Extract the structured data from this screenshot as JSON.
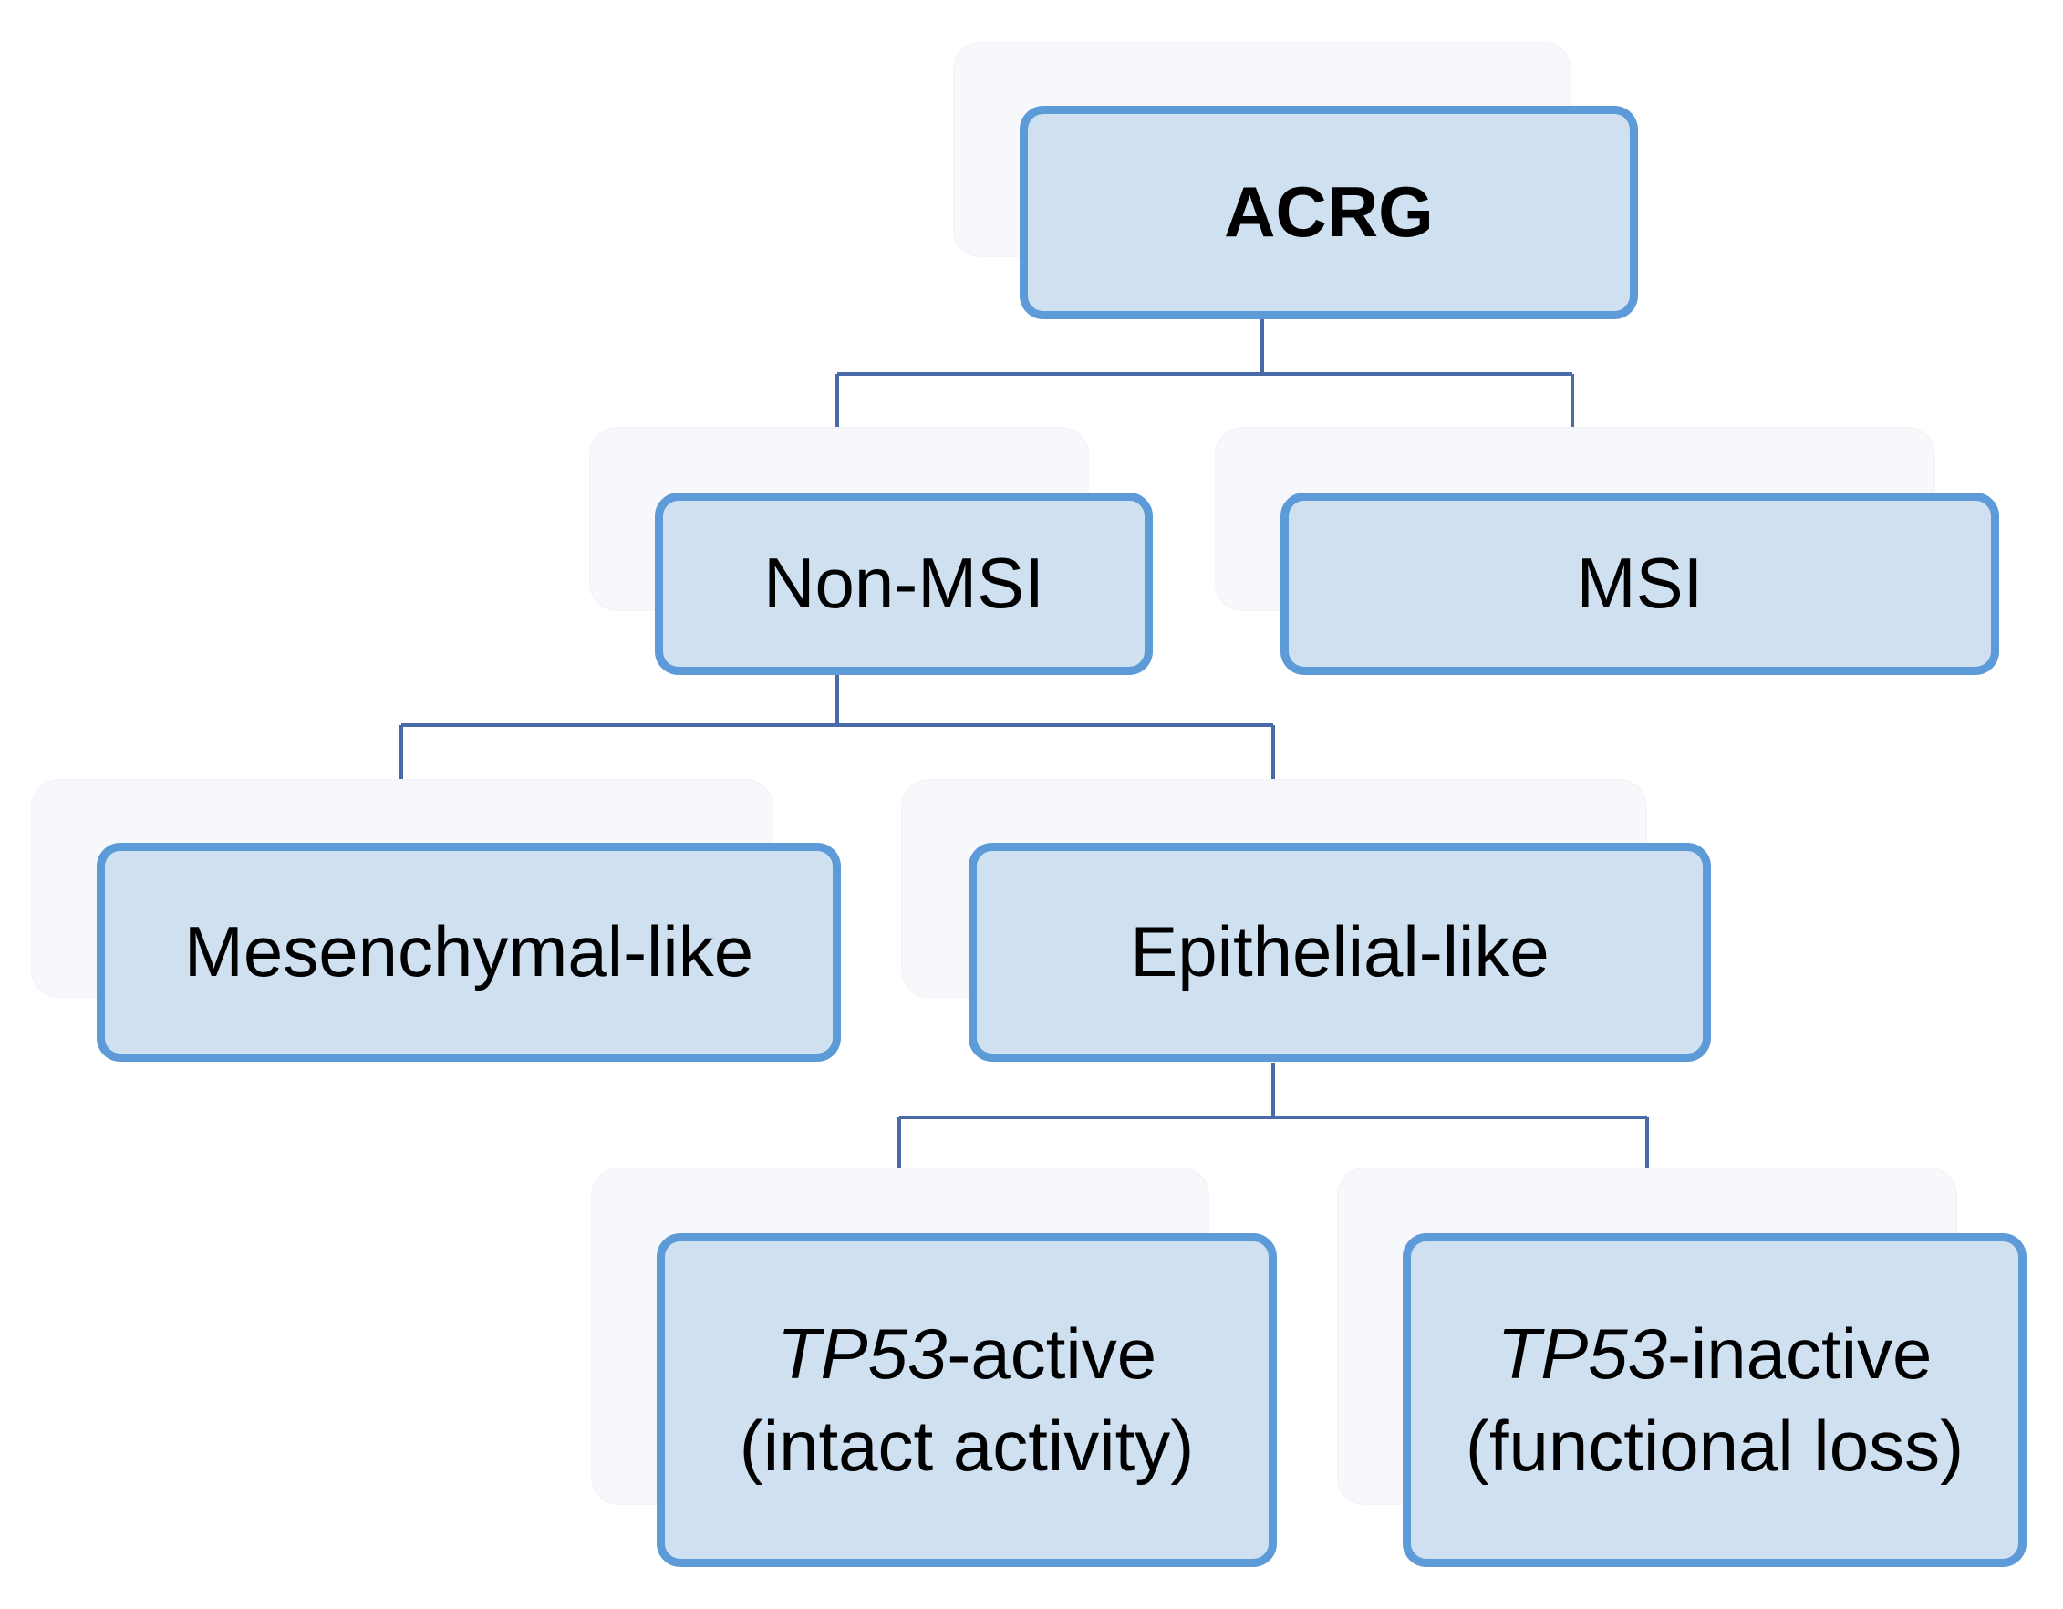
{
  "nodes": {
    "root": {
      "label": "ACRG"
    },
    "non_msi": {
      "label": "Non-MSI"
    },
    "msi": {
      "label": "MSI"
    },
    "mesenchymal": {
      "label": "Mesenchymal-like"
    },
    "epithelial": {
      "label": "Epithelial-like"
    },
    "tp53_active": {
      "gene": "TP53",
      "suffix": "-active",
      "detail": "(intact activity)"
    },
    "tp53_inactive": {
      "gene": "TP53",
      "suffix": "-inactive",
      "detail": "(functional loss)"
    }
  },
  "colors": {
    "box_fill": "#cfe0f1",
    "box_border": "#5d9ad8",
    "connector": "#4a6aa8",
    "shadow_fill": "#f6f8fb"
  }
}
